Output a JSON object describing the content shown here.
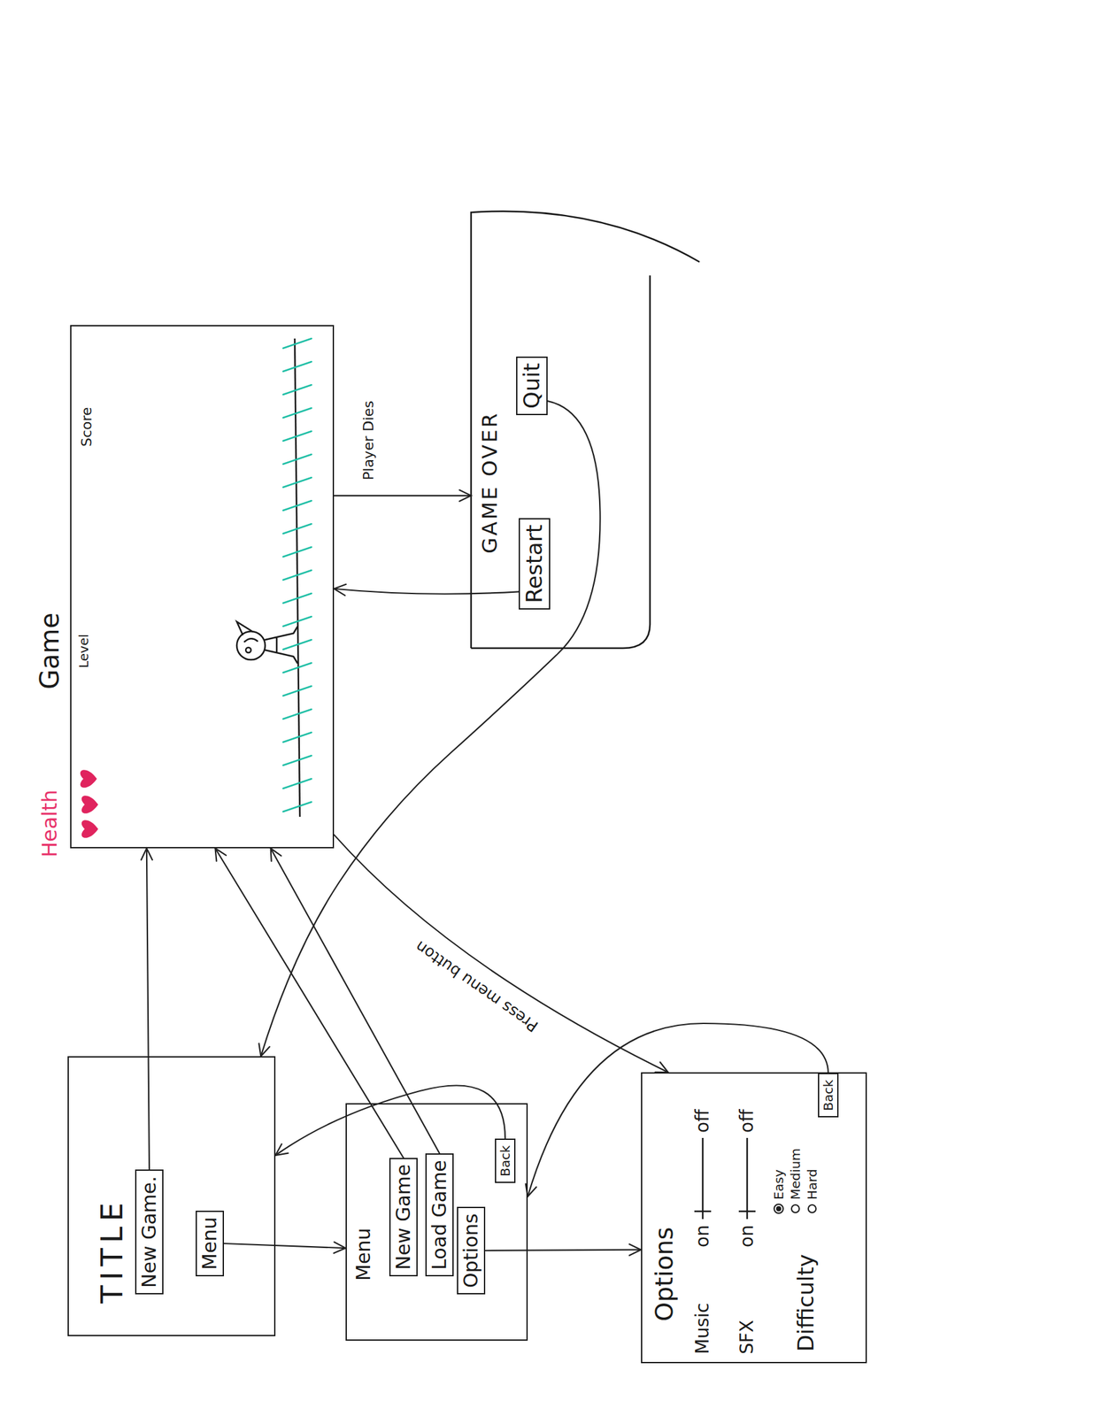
{
  "diagram": {
    "nodes": [
      {
        "text": [
          "Game"
        ]
      },
      {
        "text": [
          "GAME OVER"
        ]
      },
      {
        "text": [
          "Restart"
        ],
        "in": 1
      },
      {
        "text": [
          "Quit"
        ],
        "in": 1
      },
      {
        "text": [
          "TITLE"
        ]
      },
      {
        "text": [
          "New Game."
        ],
        "in": 4
      },
      {
        "text": [
          "Menu"
        ],
        "in": 4
      },
      {
        "text": [
          "Menu"
        ]
      },
      {
        "text": [
          "New Game"
        ],
        "in": 7
      },
      {
        "text": [
          "Load Game"
        ],
        "in": 7
      },
      {
        "text": [
          "Options"
        ],
        "in": 7
      },
      {
        "text": [
          "Back"
        ],
        "in": 7
      },
      {
        "text": [
          "Options"
        ]
      },
      {
        "text": [
          "Back"
        ],
        "in": 12
      }
    ],
    "edges": [
      {
        "from": 5,
        "to": 0,
        "arrow": "to"
      },
      {
        "from": 6,
        "to": 7,
        "arrow": "to"
      },
      {
        "from": 8,
        "to": 0,
        "arrow": "to"
      },
      {
        "from": 9,
        "to": 0,
        "arrow": "to"
      },
      {
        "from": 10,
        "to": 12,
        "arrow": "to"
      },
      {
        "from": 11,
        "to": 4,
        "arrow": "to"
      },
      {
        "from": 13,
        "to": 7,
        "arrow": "to"
      },
      {
        "from": 0,
        "to": 12,
        "label": "Press menu button",
        "arrow": "to"
      },
      {
        "from": 0,
        "to": 1,
        "label": "Player Dies",
        "arrow": "to"
      },
      {
        "from": 2,
        "to": 0,
        "arrow": "to"
      },
      {
        "from": 3,
        "to": 4,
        "arrow": "to"
      }
    ],
    "labels": [
      "Health",
      "Level",
      "Score",
      "Music",
      "on",
      "off",
      "SFX",
      "on",
      "off",
      "Difficulty",
      "Easy",
      "Medium",
      "Hard"
    ]
  }
}
